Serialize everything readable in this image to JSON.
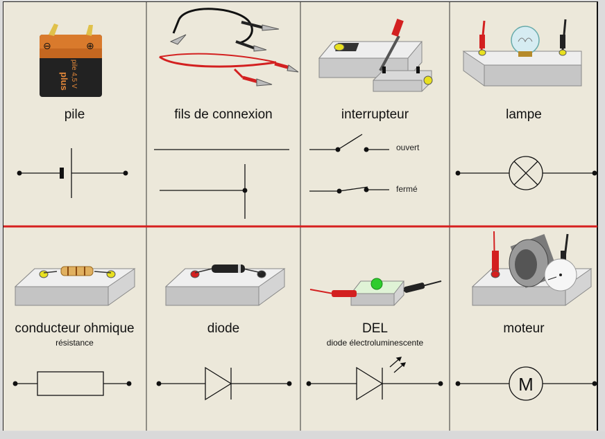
{
  "cards": [
    {
      "id": "pile",
      "label": "pile",
      "sub": ""
    },
    {
      "id": "fils",
      "label": "fils de connexion",
      "sub": ""
    },
    {
      "id": "interrupteur",
      "label": "interrupteur",
      "sub": "",
      "states": [
        "ouvert",
        "fermé"
      ]
    },
    {
      "id": "lampe",
      "label": "lampe",
      "sub": ""
    },
    {
      "id": "conducteur",
      "label": "conducteur ohmique",
      "sub": "résistance"
    },
    {
      "id": "diode",
      "label": "diode",
      "sub": ""
    },
    {
      "id": "del",
      "label": "DEL",
      "sub": "diode électroluminescente"
    },
    {
      "id": "moteur",
      "label": "moteur",
      "sub": "",
      "symbol": "M"
    }
  ],
  "battery_text": {
    "line1": "pile 4,5 V",
    "line2": "plus",
    "minus": "⊖",
    "plus": "⊕"
  },
  "colors": {
    "divider": "#d61f1f",
    "board": "#ece8da",
    "line": "#111111"
  }
}
